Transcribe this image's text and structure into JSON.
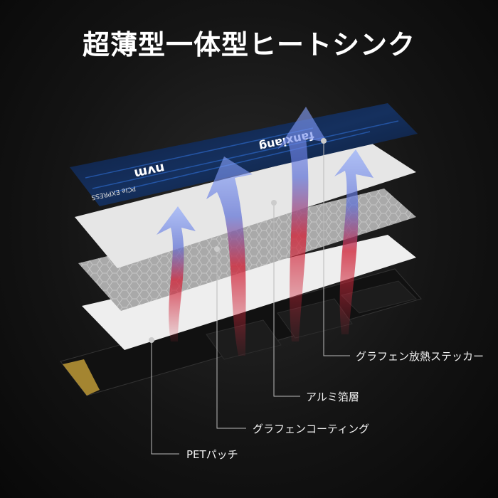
{
  "title": "超薄型一体型ヒートシンク",
  "logos": {
    "brand": "fanxiang",
    "nvme": "nvm",
    "pcie": "PCIe EXPRESS"
  },
  "labels": [
    {
      "text": "グラフェン放熱ステッカー"
    },
    {
      "text": "アルミ箔層"
    },
    {
      "text": "グラフェンコーティング"
    },
    {
      "text": "PETパッチ"
    }
  ],
  "colors": {
    "heatsink": "#0f1f3d",
    "accent_blue": "#2f6fd6",
    "arrow_red": "#d0283c",
    "pcb": "#111111"
  }
}
